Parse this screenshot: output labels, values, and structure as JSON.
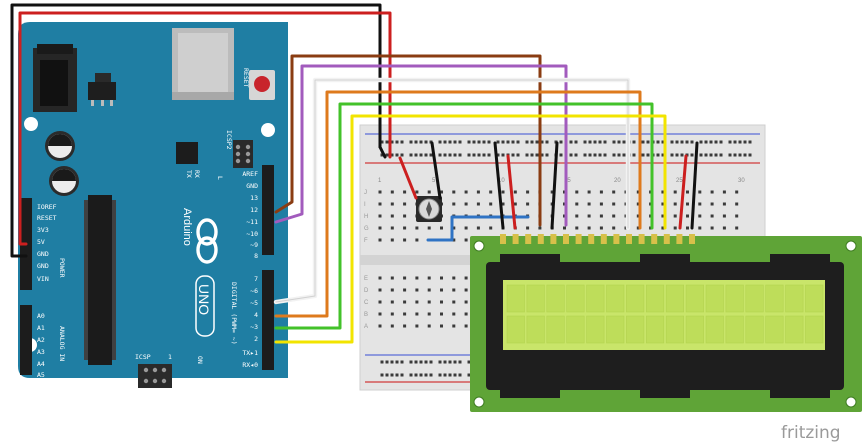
{
  "arduino": {
    "name": "Arduino",
    "model": "UNO",
    "reset_label": "RESET",
    "icsp_label": "ICSP",
    "icsp2_label": "ICSP2",
    "tx_label": "TX",
    "rx_label": "RX",
    "l_label": "L",
    "on_label": "ON",
    "one_label": "1",
    "digital_label": "DIGITAL (PWM= ~)",
    "power_label": "POWER",
    "analog_label": "ANALOG IN",
    "power_pins": [
      "IOREF",
      "RESET",
      "3V3",
      "5V",
      "GND",
      "GND",
      "VIN"
    ],
    "analog_pins": [
      "A0",
      "A1",
      "A2",
      "A3",
      "A4",
      "A5"
    ],
    "digital_top_pins": [
      "AREF",
      "GND",
      "13",
      "12",
      "~11",
      "~10",
      "~9",
      "8"
    ],
    "digital_bottom_pins": [
      "7",
      "~6",
      "~5",
      "4",
      "~3",
      "2",
      "TX▸1",
      "RX◂0"
    ]
  },
  "breadboard": {
    "col_numbers": [
      "1",
      "5",
      "10",
      "15",
      "20",
      "25",
      "30"
    ],
    "row_letters_top": [
      "J",
      "I",
      "H",
      "G",
      "F"
    ],
    "row_letters_bottom": [
      "E",
      "D",
      "C",
      "B",
      "A"
    ]
  },
  "watermark": "fritzing",
  "colors": {
    "arduino_blue": "#1f7ea3",
    "lcd_green": "#c9e56a",
    "pcb_green": "#5fa437",
    "wire_black": "#111111",
    "wire_red": "#cc1f1f",
    "wire_brown": "#8a3c12",
    "wire_purple": "#a25bbd",
    "wire_white": "#f2f2f2",
    "wire_orange": "#de7a1d",
    "wire_green": "#43c22a",
    "wire_yellow": "#f2e400",
    "wire_blue": "#2f73c4"
  }
}
